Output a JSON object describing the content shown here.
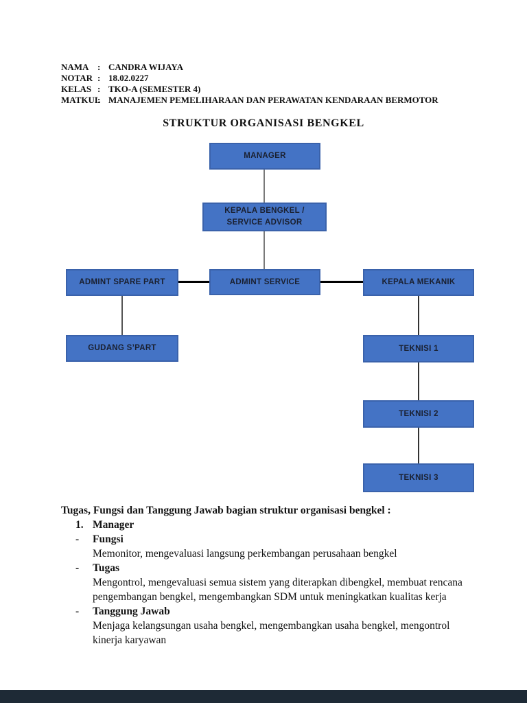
{
  "page": {
    "background": "#ffffff"
  },
  "header": {
    "rows": [
      {
        "label": "NAMA",
        "colon": ":",
        "value": "CANDRA WIJAYA"
      },
      {
        "label": "NOTAR",
        "colon": ":",
        "value": "18.02.0227"
      },
      {
        "label": "KELAS",
        "colon": ":",
        "value": "TKO-A (SEMESTER 4)"
      },
      {
        "label": "MATKUL",
        "colon": ":",
        "value": "MANAJEMEN PEMELIHARAAN DAN PERAWATAN KENDARAAN BERMOTOR"
      }
    ]
  },
  "title": "STRUKTUR ORGANISASI BENGKEL",
  "diagram": {
    "type": "org-chart",
    "node_fill": "#4473c5",
    "node_border": "#3a62ab",
    "node_text_color": "#1a2030",
    "connector_gray": "#7a7a7a",
    "connector_black": "#000000",
    "nodes": [
      {
        "id": "manager",
        "label": "MANAGER"
      },
      {
        "id": "kepala-bengkel",
        "label": "KEPALA BENGKEL / SERVICE ADVISOR"
      },
      {
        "id": "admint-spare-part",
        "label": "ADMINT SPARE PART"
      },
      {
        "id": "admint-service",
        "label": "ADMINT SERVICE"
      },
      {
        "id": "kepala-mekanik",
        "label": "KEPALA MEKANIK"
      },
      {
        "id": "gudang-spart",
        "label": "GUDANG S’PART"
      },
      {
        "id": "teknisi-1",
        "label": "TEKNISI 1"
      },
      {
        "id": "teknisi-2",
        "label": "TEKNISI 2"
      },
      {
        "id": "teknisi-3",
        "label": "TEKNISI 3"
      }
    ],
    "edges": [
      [
        "manager",
        "kepala-bengkel"
      ],
      [
        "kepala-bengkel",
        "admint-service"
      ],
      [
        "admint-spare-part",
        "admint-service"
      ],
      [
        "admint-service",
        "kepala-mekanik"
      ],
      [
        "admint-spare-part",
        "gudang-spart"
      ],
      [
        "kepala-mekanik",
        "teknisi-1"
      ],
      [
        "teknisi-1",
        "teknisi-2"
      ],
      [
        "teknisi-2",
        "teknisi-3"
      ]
    ]
  },
  "tasks": {
    "heading": "Tugas, Fungsi dan Tanggung Jawab bagian struktur organisasi bengkel :",
    "items": [
      {
        "marker": "1.",
        "text": "Manager"
      },
      {
        "marker": "-",
        "text": "Fungsi"
      },
      {
        "marker": "",
        "text": "Memonitor, mengevaluasi langsung perkembangan perusahaan bengkel"
      },
      {
        "marker": "-",
        "text": "Tugas"
      },
      {
        "marker": "",
        "text": "Mengontrol, mengevaluasi semua sistem yang diterapkan dibengkel, membuat rencana pengembangan bengkel, mengembangkan SDM untuk meningkatkan kualitas kerja"
      },
      {
        "marker": "-",
        "text": "Tanggung Jawab"
      },
      {
        "marker": "",
        "text": "Menjaga kelangsungan usaha bengkel, mengembangkan usaha bengkel, mengontrol kinerja karyawan"
      }
    ]
  },
  "footer": {
    "bar_color": "#1e2a36"
  }
}
